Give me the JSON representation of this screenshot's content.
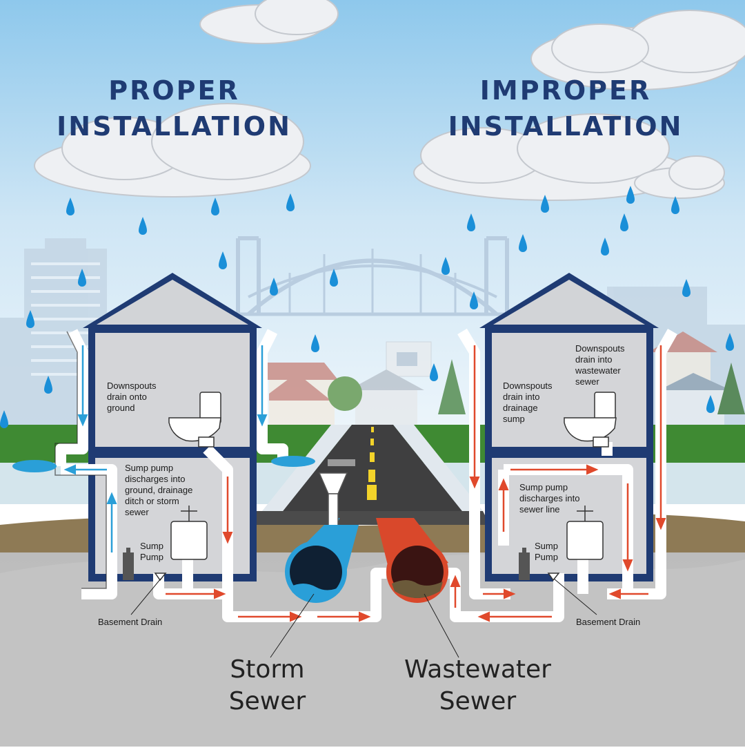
{
  "titles": {
    "proper": [
      "PROPER",
      "INSTALLATION"
    ],
    "improper": [
      "IMPROPER",
      "INSTALLATION"
    ]
  },
  "labels": {
    "proper_downspouts": [
      "Downspouts",
      "drain onto",
      "ground"
    ],
    "proper_sump": [
      "Sump pump",
      "discharges into",
      "ground, drainage",
      "ditch or storm",
      "sewer"
    ],
    "proper_sump_pump": [
      "Sump",
      "Pump"
    ],
    "proper_basement_drain": "Basement Drain",
    "improper_downspouts_sump": [
      "Downspouts",
      "drain into",
      "drainage",
      "sump"
    ],
    "improper_downspouts_sewer": [
      "Downspouts",
      "drain into",
      "wastewater",
      "sewer"
    ],
    "improper_sump": [
      "Sump pump",
      "discharges into",
      "sewer line"
    ],
    "improper_sump_pump": [
      "Sump",
      "Pump"
    ],
    "improper_basement_drain": "Basement Drain",
    "storm_sewer": [
      "Storm",
      "Sewer"
    ],
    "wastewater_sewer": [
      "Wastewater",
      "Sewer"
    ]
  },
  "colors": {
    "title": "#1f3b73",
    "house_outline": "#1f3b73",
    "storm_flow": "#2a9fd8",
    "wastewater_flow": "#e0492c",
    "storm_pipe": "#2a9fd8",
    "wastewater_pipe": "#d9482b"
  }
}
